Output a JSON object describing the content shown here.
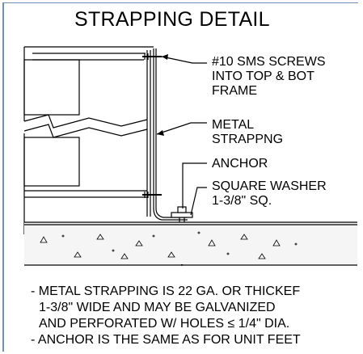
{
  "title": "STRAPPING DETAIL",
  "callouts": {
    "screws": [
      "#10 SMS SCREWS",
      "INTO TOP & BOT",
      "FRAME"
    ],
    "strapping": [
      "METAL",
      "STRAPPNG"
    ],
    "anchor": "ANCHOR",
    "washer": [
      "SQUARE WASHER",
      "1-3/8\" SQ."
    ]
  },
  "notes": [
    {
      "lines": [
        "- METAL STRAPPING IS 22 GA. OR THICKEF",
        "1-3/8\" WIDE AND MAY BE GALVANIZED",
        "AND PERFORATED W/ HOLES ≤ 1/4\" DIA."
      ]
    },
    {
      "lines": [
        "- ANCHOR IS THE SAME AS FOR UNIT FEET"
      ]
    }
  ],
  "colors": {
    "frame_border": "#6f8fb6",
    "ink": "#000000",
    "concrete_fill": "#f5f5f5"
  }
}
